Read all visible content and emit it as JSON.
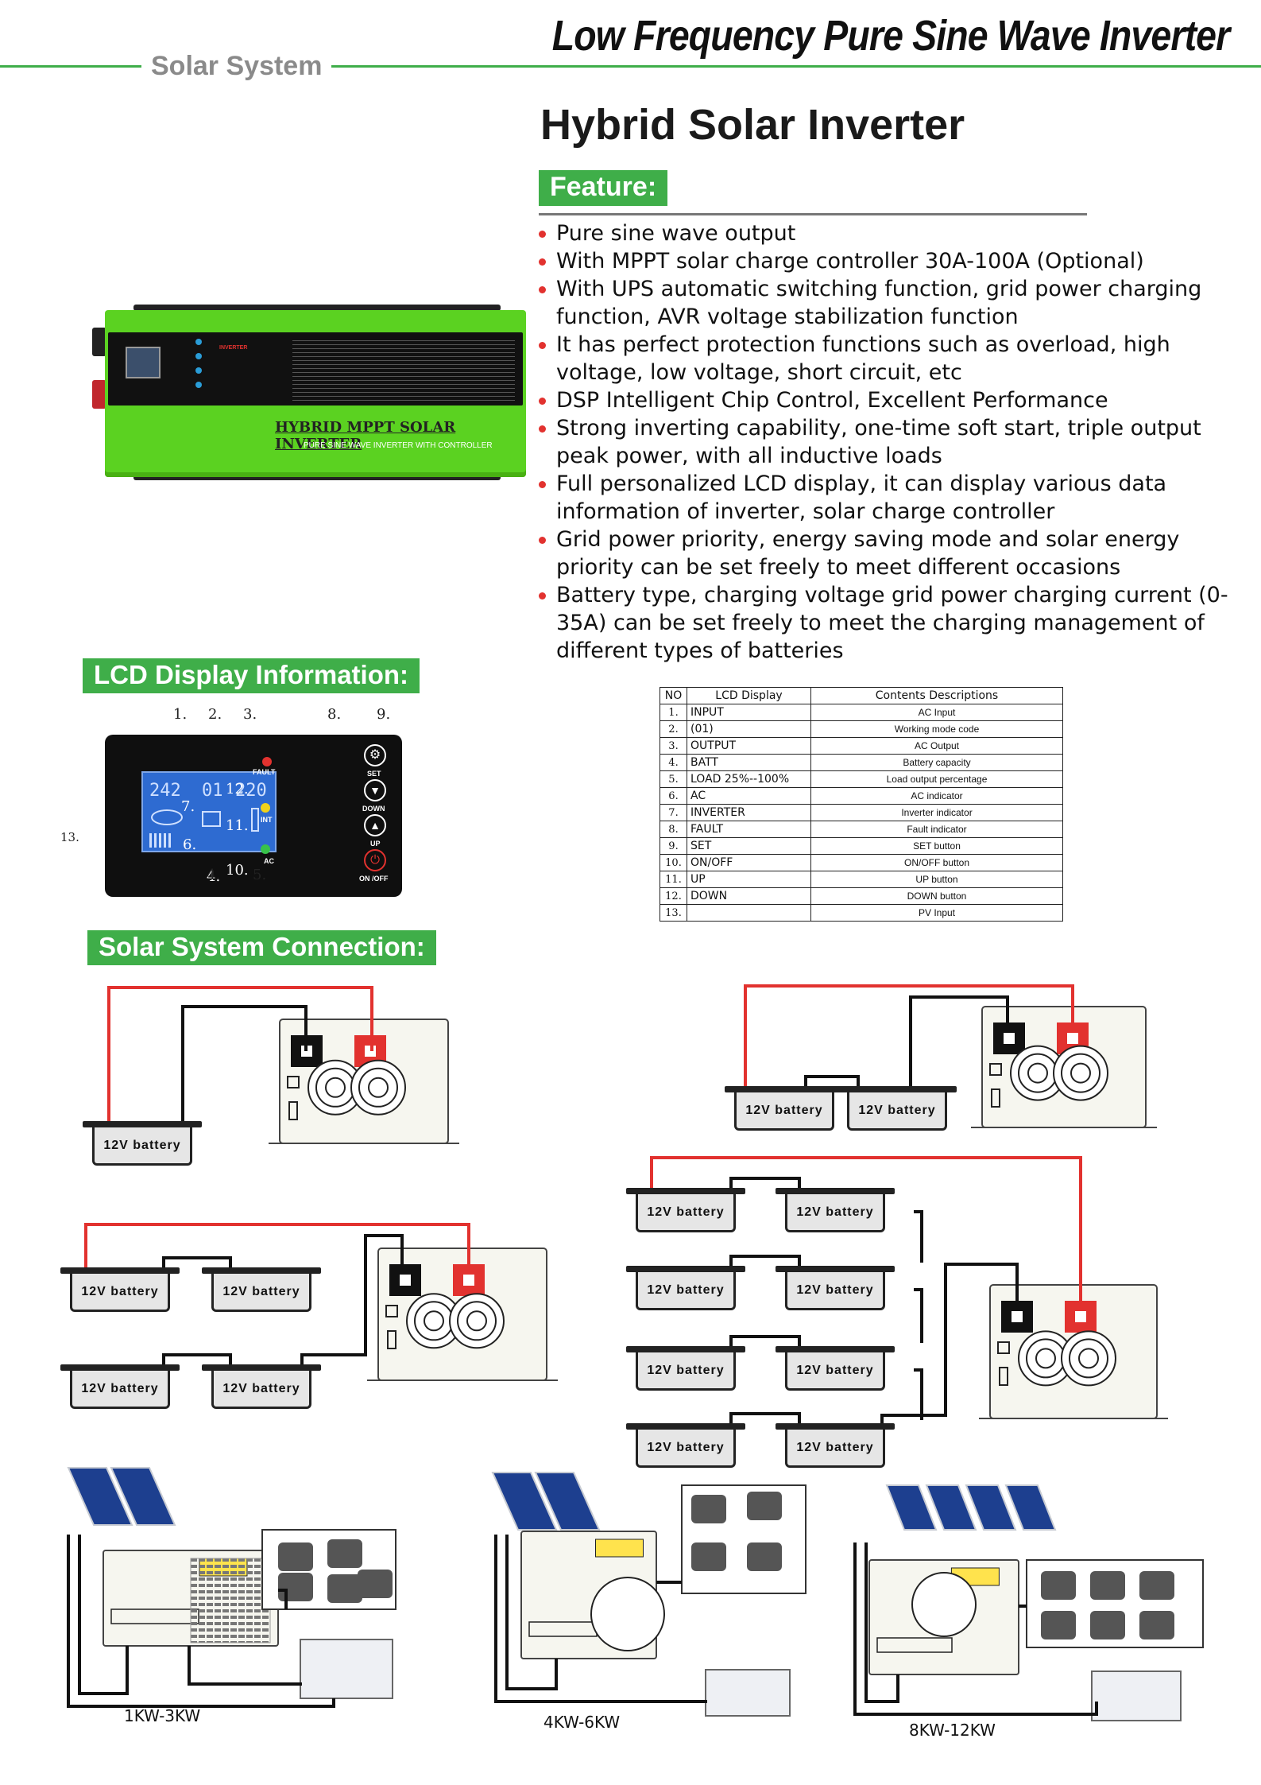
{
  "header": {
    "section": "Solar System",
    "title": "Low Frequency Pure Sine Wave Inverter"
  },
  "product": {
    "title": "Hybrid Solar Inverter",
    "panel_brand": "HYBRID MPPT SOLAR INVERTER",
    "panel_sub": "PURE SINE WAVE INVERTER WITH CONTROLLER",
    "panel_logo": "INVERTER"
  },
  "feature": {
    "label": "Feature:",
    "items": [
      "Pure sine wave output",
      "With MPPT solar charge controller 30A-100A (Optional)",
      "With UPS automatic switching function, grid power charging function, AVR voltage stabilization function",
      "It has perfect protection functions such as overload, high voltage, low voltage, short circuit, etc",
      "DSP Intelligent Chip Control, Excellent Performance",
      "Strong inverting capability, one-time soft start, triple output peak power, with all inductive loads",
      "Full personalized LCD display, it can display various data information of inverter, solar charge controller",
      "Grid power priority, energy saving mode and solar energy priority can be set freely to meet different occasions",
      "Battery type, charging voltage grid power charging current (0-35A) can be set freely to meet the charging management of different types of batteries"
    ]
  },
  "lcd": {
    "label": "LCD Display Information:",
    "callouts": [
      "1.",
      "2.",
      "3.",
      "8.",
      "9.",
      "12.",
      "7.",
      "11.",
      "6.",
      "10.",
      "13.",
      "4.",
      "5."
    ],
    "screen": {
      "left": "242",
      "middle": "01",
      "right": "220"
    },
    "buttons": {
      "set": "SET",
      "down": "DOWN",
      "up": "UP",
      "onoff": "ON /OFF"
    },
    "leds": {
      "fault": "FAULT",
      "int": "INT",
      "ac": "AC"
    },
    "table": {
      "headers": [
        "NO",
        "LCD Display",
        "Contents Descriptions"
      ],
      "rows": [
        [
          "1.",
          "INPUT",
          "AC Input"
        ],
        [
          "2.",
          "(01)",
          "Working mode code"
        ],
        [
          "3.",
          "OUTPUT",
          "AC Output"
        ],
        [
          "4.",
          "BATT",
          "Battery capacity"
        ],
        [
          "5.",
          "LOAD  25%--100%",
          "Load output percentage"
        ],
        [
          "6.",
          "AC",
          "AC indicator"
        ],
        [
          "7.",
          "INVERTER",
          "Inverter indicator"
        ],
        [
          "8.",
          "FAULT",
          "Fault indicator"
        ],
        [
          "9.",
          "SET",
          "SET button"
        ],
        [
          "10.",
          "ON/OFF",
          "ON/OFF button"
        ],
        [
          "11.",
          "UP",
          "UP button"
        ],
        [
          "12.",
          "DOWN",
          "DOWN button"
        ],
        [
          "13.",
          "",
          "PV Input"
        ]
      ]
    }
  },
  "connection": {
    "label": "Solar System Connection:",
    "battery_label": "12V battery",
    "sizes": [
      "1KW-3KW",
      "4KW-6KW",
      "8KW-12KW"
    ]
  },
  "colors": {
    "accent_green": "#3fae49",
    "inverter_green": "#5bd221",
    "wire_red": "#e2322f",
    "wire_black": "#111111",
    "bullet_red": "#e2322f"
  }
}
